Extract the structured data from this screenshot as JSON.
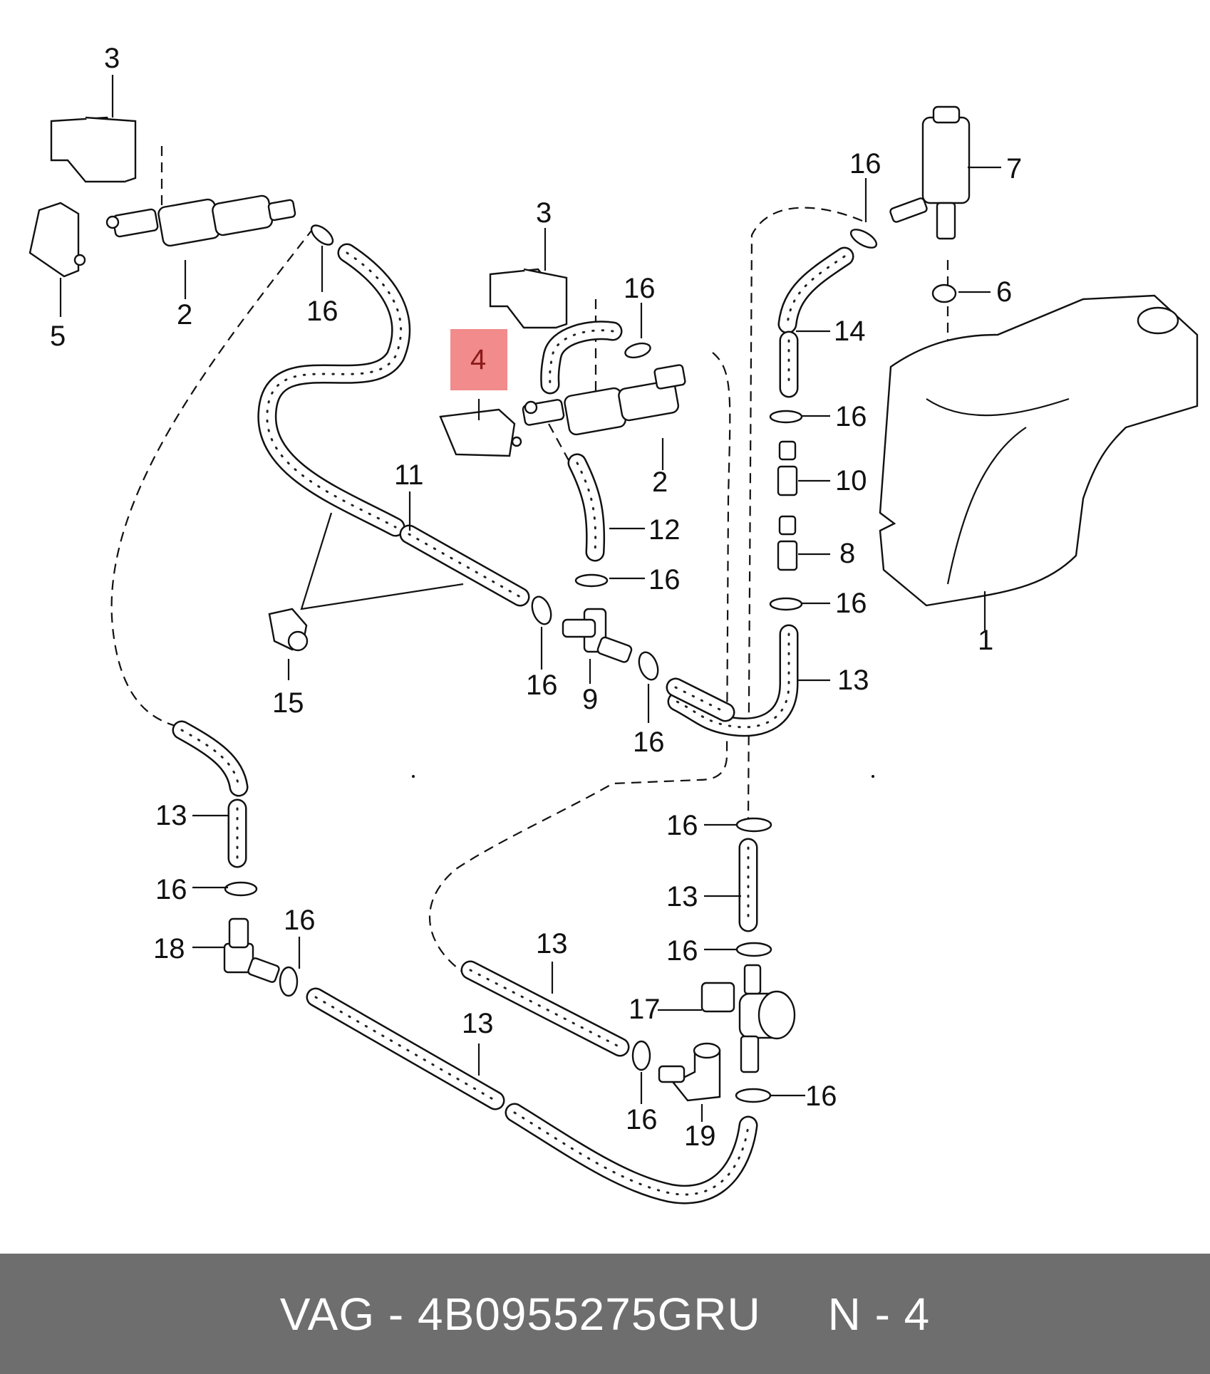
{
  "callouts": [
    {
      "id": "c3a",
      "text": "3"
    },
    {
      "id": "c5",
      "text": "5"
    },
    {
      "id": "c2a",
      "text": "2"
    },
    {
      "id": "c16a",
      "text": "16"
    },
    {
      "id": "c3b",
      "text": "3"
    },
    {
      "id": "c16b",
      "text": "16"
    },
    {
      "id": "c4",
      "text": "4"
    },
    {
      "id": "c2b",
      "text": "2"
    },
    {
      "id": "c11",
      "text": "11"
    },
    {
      "id": "c12",
      "text": "12"
    },
    {
      "id": "c16c",
      "text": "16"
    },
    {
      "id": "c15",
      "text": "15"
    },
    {
      "id": "c16d",
      "text": "16"
    },
    {
      "id": "c9",
      "text": "9"
    },
    {
      "id": "c16e",
      "text": "16"
    },
    {
      "id": "c16f",
      "text": "16"
    },
    {
      "id": "c7",
      "text": "7"
    },
    {
      "id": "c6",
      "text": "6"
    },
    {
      "id": "c14",
      "text": "14"
    },
    {
      "id": "c16g",
      "text": "16"
    },
    {
      "id": "c10",
      "text": "10"
    },
    {
      "id": "c8",
      "text": "8"
    },
    {
      "id": "c16h",
      "text": "16"
    },
    {
      "id": "c1",
      "text": "1"
    },
    {
      "id": "c13a",
      "text": "13"
    },
    {
      "id": "c13b",
      "text": "13"
    },
    {
      "id": "c16i",
      "text": "16"
    },
    {
      "id": "c18",
      "text": "18"
    },
    {
      "id": "c16j",
      "text": "16"
    },
    {
      "id": "c13c",
      "text": "13"
    },
    {
      "id": "c13d",
      "text": "13"
    },
    {
      "id": "c16k",
      "text": "16"
    },
    {
      "id": "c13e",
      "text": "13"
    },
    {
      "id": "c16l",
      "text": "16"
    },
    {
      "id": "c17",
      "text": "17"
    },
    {
      "id": "c16m",
      "text": "16"
    },
    {
      "id": "c19",
      "text": "19"
    },
    {
      "id": "c16n",
      "text": "16"
    }
  ],
  "highlight": {
    "callout": "c4",
    "color": "#f28b8b"
  },
  "footer": {
    "brand": "VAG",
    "separator": " - ",
    "part_number": "4B0955275GRU",
    "gap": "     ",
    "position": "N - 4",
    "background": "#6e6e6e",
    "text_color": "#ffffff"
  }
}
